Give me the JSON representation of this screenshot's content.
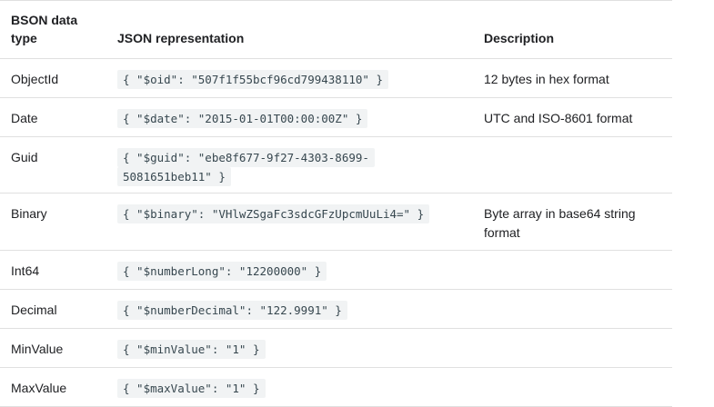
{
  "table": {
    "headers": {
      "type": "BSON data type",
      "json": "JSON representation",
      "description": "Description"
    },
    "rows": [
      {
        "type": "ObjectId",
        "json": "{ \"$oid\": \"507f1f55bcf96cd799438110\" }",
        "description": "12 bytes in hex format"
      },
      {
        "type": "Date",
        "json": "{ \"$date\": \"2015-01-01T00:00:00Z\" }",
        "description": "UTC and ISO-8601 format"
      },
      {
        "type": "Guid",
        "json": "{ \"$guid\": \"ebe8f677-9f27-4303-8699-5081651beb11\" }",
        "description": ""
      },
      {
        "type": "Binary",
        "json": "{ \"$binary\": \"VHlwZSgaFc3sdcGFzUpcmUuLi4=\" }",
        "description": "Byte array in base64 string format"
      },
      {
        "type": "Int64",
        "json": "{ \"$numberLong\": \"12200000\" }",
        "description": ""
      },
      {
        "type": "Decimal",
        "json": "{ \"$numberDecimal\": \"122.9991\" }",
        "description": ""
      },
      {
        "type": "MinValue",
        "json": "{ \"$minValue\": \"1\" }",
        "description": ""
      },
      {
        "type": "MaxValue",
        "json": "{ \"$maxValue\": \"1\" }",
        "description": ""
      }
    ]
  }
}
